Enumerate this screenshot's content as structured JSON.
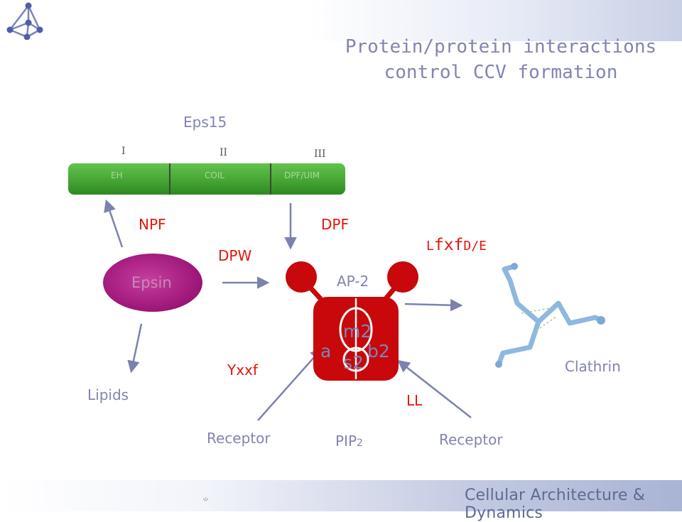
{
  "title": {
    "line1": "Protein/protein interactions",
    "line2": "control CCV formation"
  },
  "eps15": {
    "name": "Eps15",
    "roman": [
      "I",
      "II",
      "III"
    ],
    "domains": [
      "EH",
      "COIL",
      "DPF/UIM"
    ]
  },
  "motifs": {
    "npf": "NPF",
    "dpf": "DPF",
    "dpw": "DPW",
    "lfxf_prefix": "L",
    "lfxf_core": "fxf",
    "lfxf_suffix": "D/E",
    "yxxf": "Yxxf",
    "ll": "LL"
  },
  "epsin": "Epsin",
  "ap2": {
    "name": "AP-2",
    "m2": "m2",
    "a": "a",
    "b2": "b2",
    "s2": "s2"
  },
  "labels": {
    "lipids": "Lipids",
    "clathrin": "Clathrin",
    "receptor_left": "Receptor",
    "receptor_right": "Receptor",
    "pip2": "PIP",
    "pip2_sub": "2"
  },
  "footer": {
    "text": "Cellular Architecture & Dynamics",
    "glyph": "ഄ"
  },
  "colors": {
    "title": "#8283b3",
    "motif": "#e3160a",
    "ap2": "#c8080a",
    "eps15": "#46a534",
    "epsin": "#a11a7c",
    "clathrin": "#8fb8e0"
  }
}
